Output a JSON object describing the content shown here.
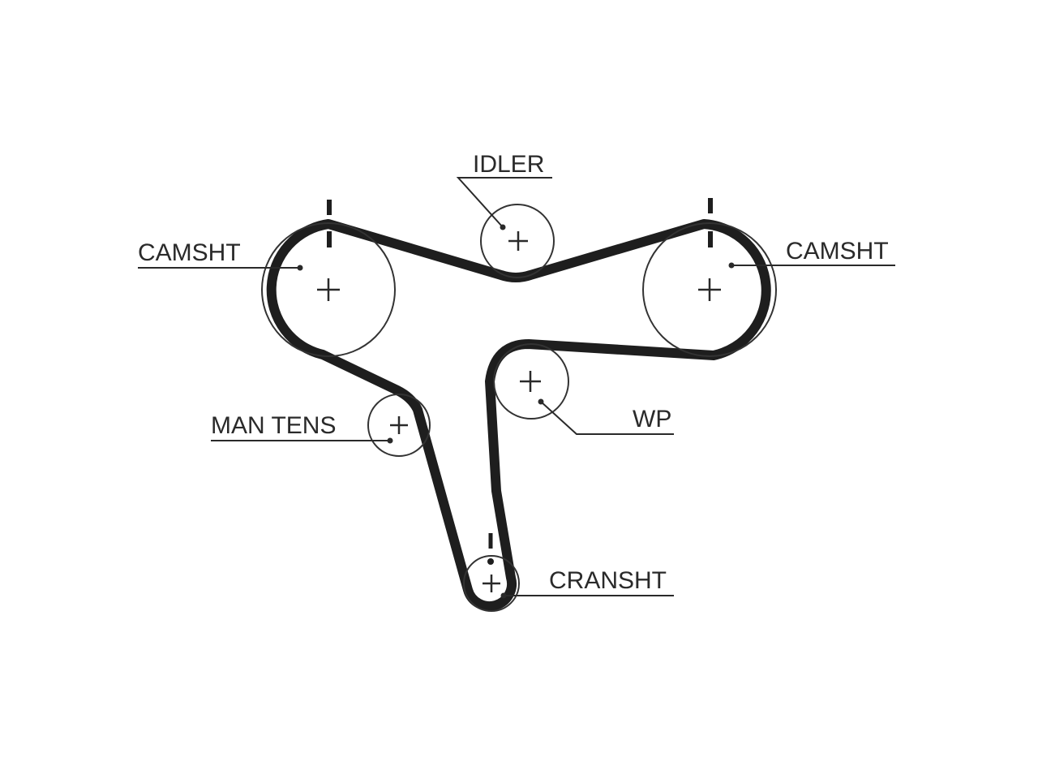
{
  "diagram": {
    "labels": {
      "idler": "IDLER",
      "camshaft_left": "CAMSHT",
      "camshaft_right": "CAMSHT",
      "manual_tensioner": "MAN TENS",
      "water_pump": "WP",
      "crankshaft": "CRANSHT"
    },
    "colors": {
      "belt": "#1e1e1e",
      "pulley": "#333333",
      "text": "#2a2a2a",
      "background": "#ffffff"
    }
  }
}
